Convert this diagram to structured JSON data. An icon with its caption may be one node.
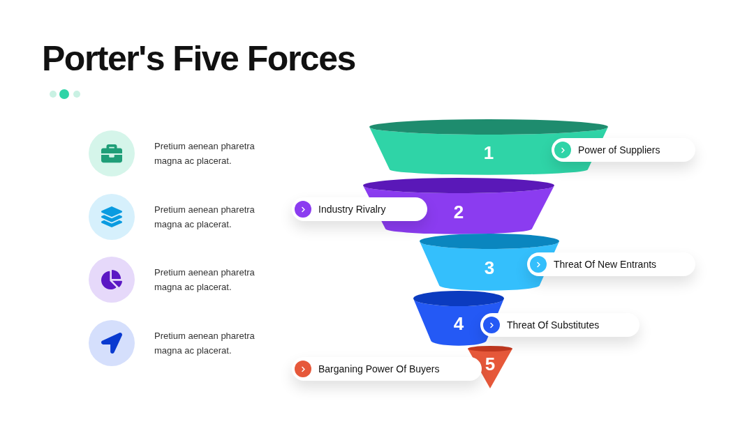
{
  "diagram": {
    "title": "Porter's Five Forces",
    "nodes": [
      {
        "text": [],
        "shape": "circle",
        "beside": [
          "Pretium aenean pharetra magna ac placerat."
        ]
      },
      {
        "text": [],
        "shape": "circle",
        "beside": [
          "Pretium aenean pharetra magna ac placerat."
        ]
      },
      {
        "text": [],
        "shape": "circle",
        "beside": [
          "Pretium aenean pharetra magna ac placerat."
        ]
      },
      {
        "text": [],
        "shape": "circle",
        "beside": [
          "Pretium aenean pharetra magna ac placerat."
        ]
      },
      {
        "text": [
          "1"
        ]
      },
      {
        "text": [
          "2"
        ]
      },
      {
        "text": [
          "3"
        ]
      },
      {
        "text": [
          "4"
        ]
      },
      {
        "text": [
          "5"
        ]
      },
      {
        "text": [
          "Power of Suppliers"
        ]
      },
      {
        "text": [
          "Industry Rivalry"
        ]
      },
      {
        "text": [
          "Threat Of New Entrants"
        ]
      },
      {
        "text": [
          "Threat Of Substitutes"
        ]
      },
      {
        "text": [
          "Barganing Power Of Buyers"
        ]
      }
    ]
  }
}
